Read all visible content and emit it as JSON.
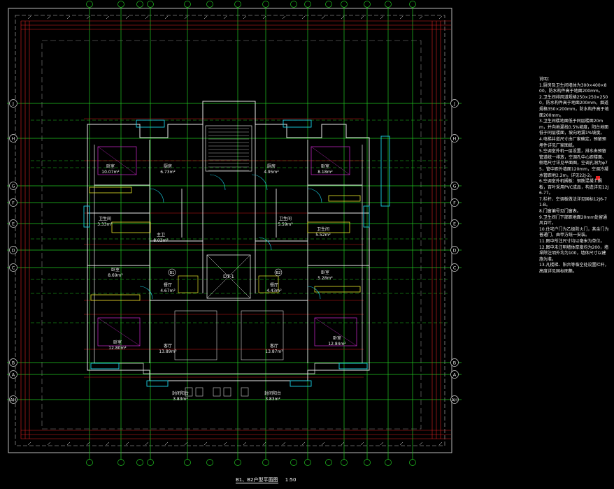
{
  "grid_rows": [
    "J",
    "H",
    "G",
    "F",
    "E",
    "D",
    "C",
    "B",
    "A",
    "AH"
  ],
  "rooms": [
    {
      "name": "卧室",
      "area": "10.07m²"
    },
    {
      "name": "厨房",
      "area": "6.73m²"
    },
    {
      "name": "厨房",
      "area": "4.95m²"
    },
    {
      "name": "卧室",
      "area": "8.18m²"
    },
    {
      "name": "卫生间",
      "area": "3.33m²"
    },
    {
      "name": "卫生间",
      "area": "5.59m²"
    },
    {
      "name": "卫生间",
      "area": "5.52m²"
    },
    {
      "name": "主卫",
      "area": "8.03m²"
    },
    {
      "name": "卧室",
      "area": "8.69m²"
    },
    {
      "name": "餐厅",
      "area": "4.67m²"
    },
    {
      "name": "餐厅",
      "area": "4.43m²"
    },
    {
      "name": "卧室",
      "area": "5.28m²"
    },
    {
      "name": "卧室",
      "area": "12.80m²"
    },
    {
      "name": "客厅",
      "area": "13.89m²"
    },
    {
      "name": "客厅",
      "area": "13.87m²"
    },
    {
      "name": "卧室",
      "area": "12.84m²"
    },
    {
      "name": "封闭阳台",
      "area": "3.83m²"
    },
    {
      "name": "封闭阳台",
      "area": "3.83m²"
    }
  ],
  "unit_tags": [
    "B1",
    "B2"
  ],
  "elevator_tag": "DT-1",
  "notes": {
    "heading": "说明：",
    "items": [
      "1.厨房及卫生间墙体为300×400×800，防水构件高于地面200mm。",
      "2.卫生间排风道规格250×250×2500，防水构件高于地面200mm，烟道规格350×200mm，防水构件高于地面200mm。",
      "3.卫生间楼地面低于同层楼面20mm，并向地漏找0.5%坡度，阳台地面低于同层楼面，坡向地漏1%坡度。",
      "4.电梯井道尺寸由厂家确定，预留预埋件详见厂家图纸。",
      "5.空调室外机一层设置，排水由预留管道统一排放，空调孔中心距楼面、侧墙尺寸详见平面图，空调孔洞为φ75，管中距外墙面120mm，空调冷凝水管距地2.2m，详见22J-2。",
      "6.空调室外机搁板：钢筋混凝土搁板，百叶采用PVC成品，构造详见12J6-77。",
      "7.栏杆、空调板做法详见国标12J6-71-B。",
      "8.门窗编号见门窗表。",
      "9.卫生间门下部距地面20mm处留通风百叶。",
      "10.住宅户门为乙级防火门，其余门为普通门，由甲方统一安装。",
      "11.图中所注尺寸均以毫米为单位。",
      "12.图中未注明墙体厚度均为200，墙垛除注明外均为100，墙体尺寸以建施为准。",
      "13.凡楼梯、阳台等临空处设置栏杆，高度详见国标图集。"
    ]
  },
  "caption": {
    "title": "B1、B2户型平面图",
    "scale": "1:50"
  }
}
